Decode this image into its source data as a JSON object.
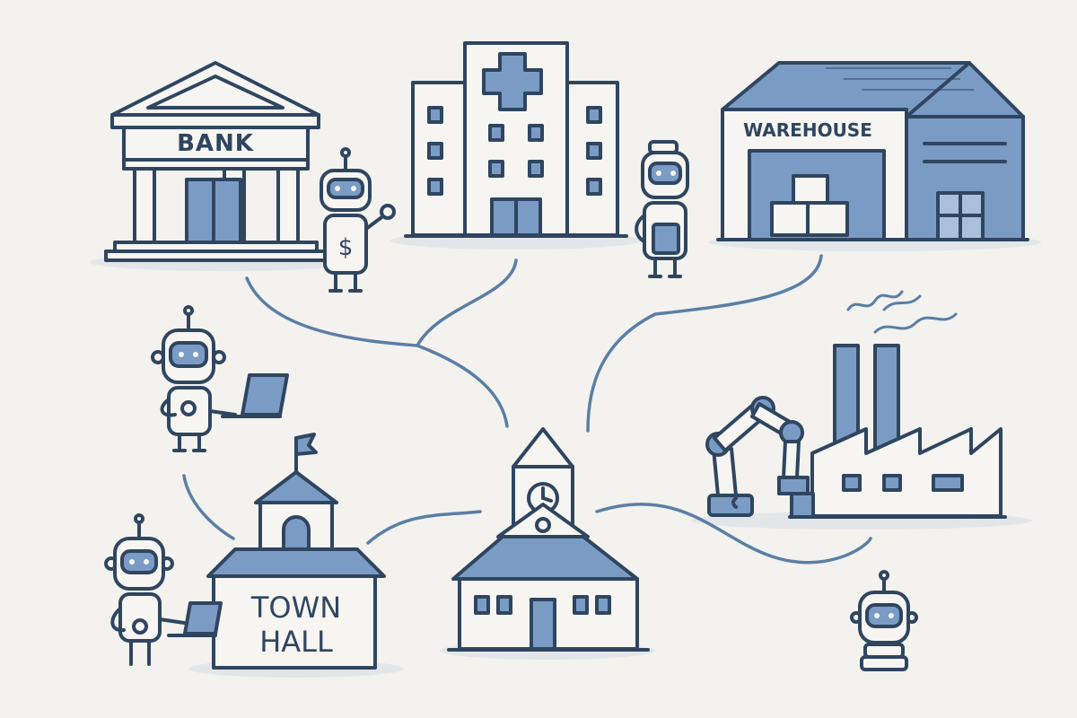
{
  "labels": {
    "bank": "BANK",
    "warehouse": "WAREHOUSE",
    "town_hall_line1": "TOWN",
    "town_hall_line2": "HALL",
    "bank_robot_badge": "$"
  },
  "icons": [
    "bank-building-icon",
    "hospital-building-icon",
    "warehouse-building-icon",
    "factory-building-icon",
    "robotic-arm-icon",
    "town-hall-building-icon",
    "clock-tower-school-icon",
    "robot-icon",
    "laptop-icon",
    "clock-icon",
    "flag-icon"
  ],
  "colors": {
    "background": "#f3f2ee",
    "ink": "#2f4560",
    "accent_blue": "#7a9cc4",
    "light_blue": "#aac0da",
    "connector": "#5a7ea6"
  }
}
